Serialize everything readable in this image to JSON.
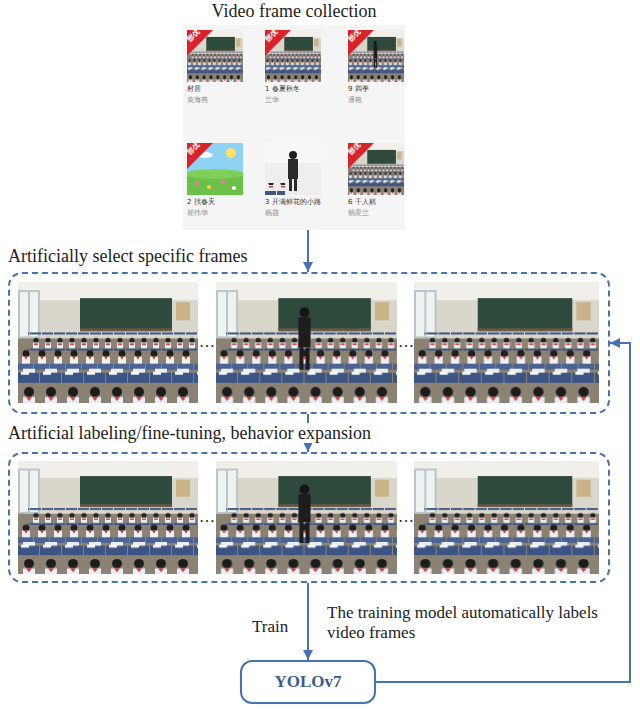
{
  "diagram": {
    "nodes": [
      {
        "text": [
          "Video frame collection"
        ]
      },
      {
        "text": [
          "Artificially select specific frames"
        ]
      },
      {
        "text": [
          "Artificial labeling/fine-tuning, behavior expansion"
        ]
      },
      {
        "text": [
          "YOLOv7"
        ]
      }
    ],
    "edges": [
      {
        "from": 0,
        "to": 1,
        "arrow": "to"
      },
      {
        "from": 1,
        "to": 2,
        "arrow": "to"
      },
      {
        "from": 2,
        "to": 3,
        "label": "Train",
        "arrow": "to"
      },
      {
        "from": 3,
        "to": 1,
        "label": "The training model automatically labels video frames",
        "arrow": "to"
      }
    ],
    "labels": [
      "部优",
      "村居",
      "黄海燕",
      "部优",
      "1 春夏秋冬",
      "兰华",
      "部优",
      "9 四季",
      "潘艳",
      "部优",
      "2 找春天",
      "翟伟华",
      "3 开满鲜花的小路",
      "杨霞",
      "部优",
      "6 千人糕",
      "杨爱兰",
      "…",
      "…",
      "…",
      "…"
    ]
  }
}
